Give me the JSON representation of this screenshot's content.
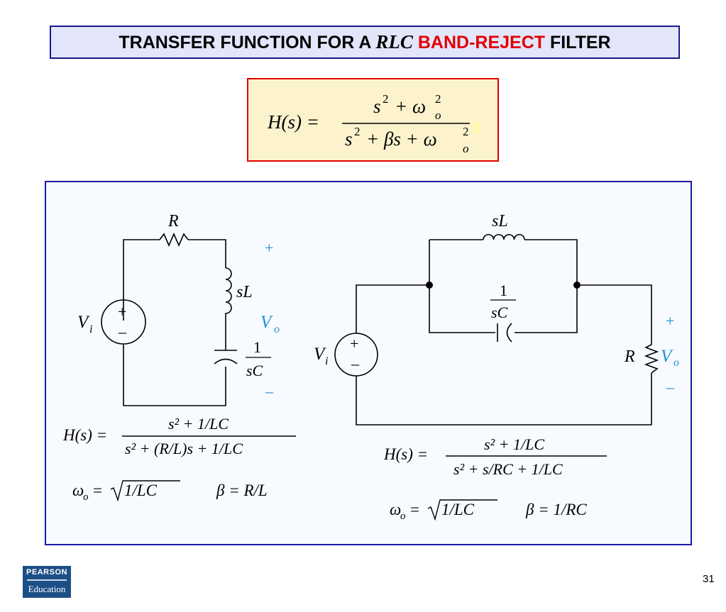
{
  "title": {
    "part1": "TRANSFER FUNCTION FOR A ",
    "part2": "RLC",
    "part3": " BAND-REJECT",
    "part4": " FILTER"
  },
  "main_formula": {
    "lhs": "H(s) =",
    "num_s": "s",
    "num_plus": "+ ω",
    "sup2": "2",
    "sub_o": "o",
    "den_s": "s",
    "den_mid": "+ βs + ω"
  },
  "series_circuit": {
    "r_label": "R",
    "l_label": "sL",
    "vi": "V",
    "vi_sub": "i",
    "plus": "+",
    "minus": "–",
    "vo": "V",
    "vo_sub": "o",
    "c_num": "1",
    "c_den": "sC",
    "hs_lhs": "H(s) =",
    "hs_num": "s² + 1/LC",
    "hs_den": "s² + (R/L)s + 1/LC",
    "omega_eq": "ωo = √1/LC",
    "omega_sym": "ω",
    "omega_sub": "o",
    "omega_eqsign": "=",
    "omega_rad": "1/LC",
    "beta_eq": "β = R/L"
  },
  "parallel_circuit": {
    "l_label": "sL",
    "c_num": "1",
    "c_den": "sC",
    "vi": "V",
    "vi_sub": "i",
    "r_label": "R",
    "vo": "V",
    "vo_sub": "o",
    "plus": "+",
    "minus": "–",
    "hs_lhs": "H(s) =",
    "hs_num": "s² + 1/LC",
    "hs_den": "s² + s/RC + 1/LC",
    "omega_sym": "ω",
    "omega_sub": "o",
    "omega_eqsign": "=",
    "omega_rad": "1/LC",
    "beta_eq": "β = 1/RC"
  },
  "logo": {
    "top": "PEARSON",
    "bottom": "Education"
  },
  "page_number": "31",
  "colors": {
    "title_bg": "#e3e6fb",
    "title_border": "#1a1a8c",
    "accent_red": "#e10000",
    "formula_bg": "#fcf3cd",
    "voltage_blue": "#1e90d6"
  }
}
